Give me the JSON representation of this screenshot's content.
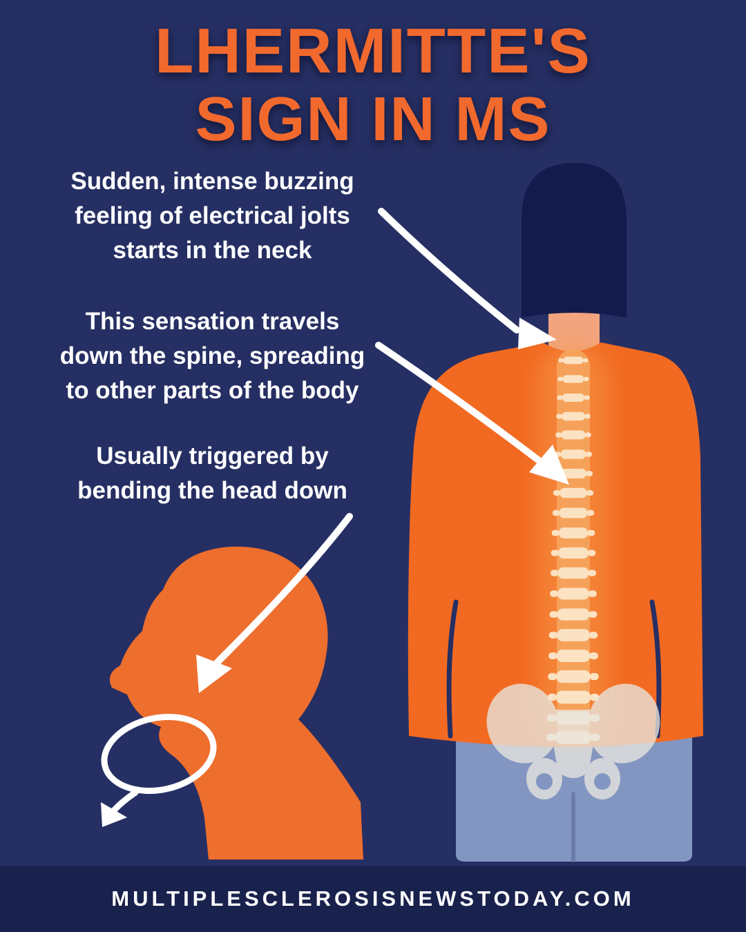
{
  "title": {
    "line1": "LHERMITTE'S",
    "line2": "SIGN IN MS"
  },
  "callouts": [
    {
      "id": "neck",
      "lines": [
        "Sudden, intense buzzing",
        "feeling of electrical jolts",
        "starts in the neck"
      ]
    },
    {
      "id": "spine",
      "lines": [
        "This sensation travels",
        "down the spine, spreading",
        "to other parts of the body"
      ]
    },
    {
      "id": "head-bend",
      "lines": [
        "Usually triggered by",
        "bending the head down"
      ]
    }
  ],
  "footer": {
    "website": "MULTIPLESCLEROSISNEWSTODAY.COM"
  },
  "icons": [
    "arrow-to-neck-icon",
    "arrow-to-spine-icon",
    "arrow-to-head-icon",
    "bend-direction-loop-icon"
  ],
  "colors": {
    "bg": "#262f63",
    "accent": "#f2692e",
    "text": "#ffffff",
    "shirt": "#f26a21",
    "skin": "#f2a47e",
    "hair": "#131b4d",
    "jeans": "#8396c2",
    "spineGlow": "#f59a4b",
    "vertebra": "#fbe2c2",
    "pelvis": "#e8e6df",
    "silhouette": "#ee6e2d",
    "footerBg": "#19214d",
    "arrow": "#ffffff"
  }
}
